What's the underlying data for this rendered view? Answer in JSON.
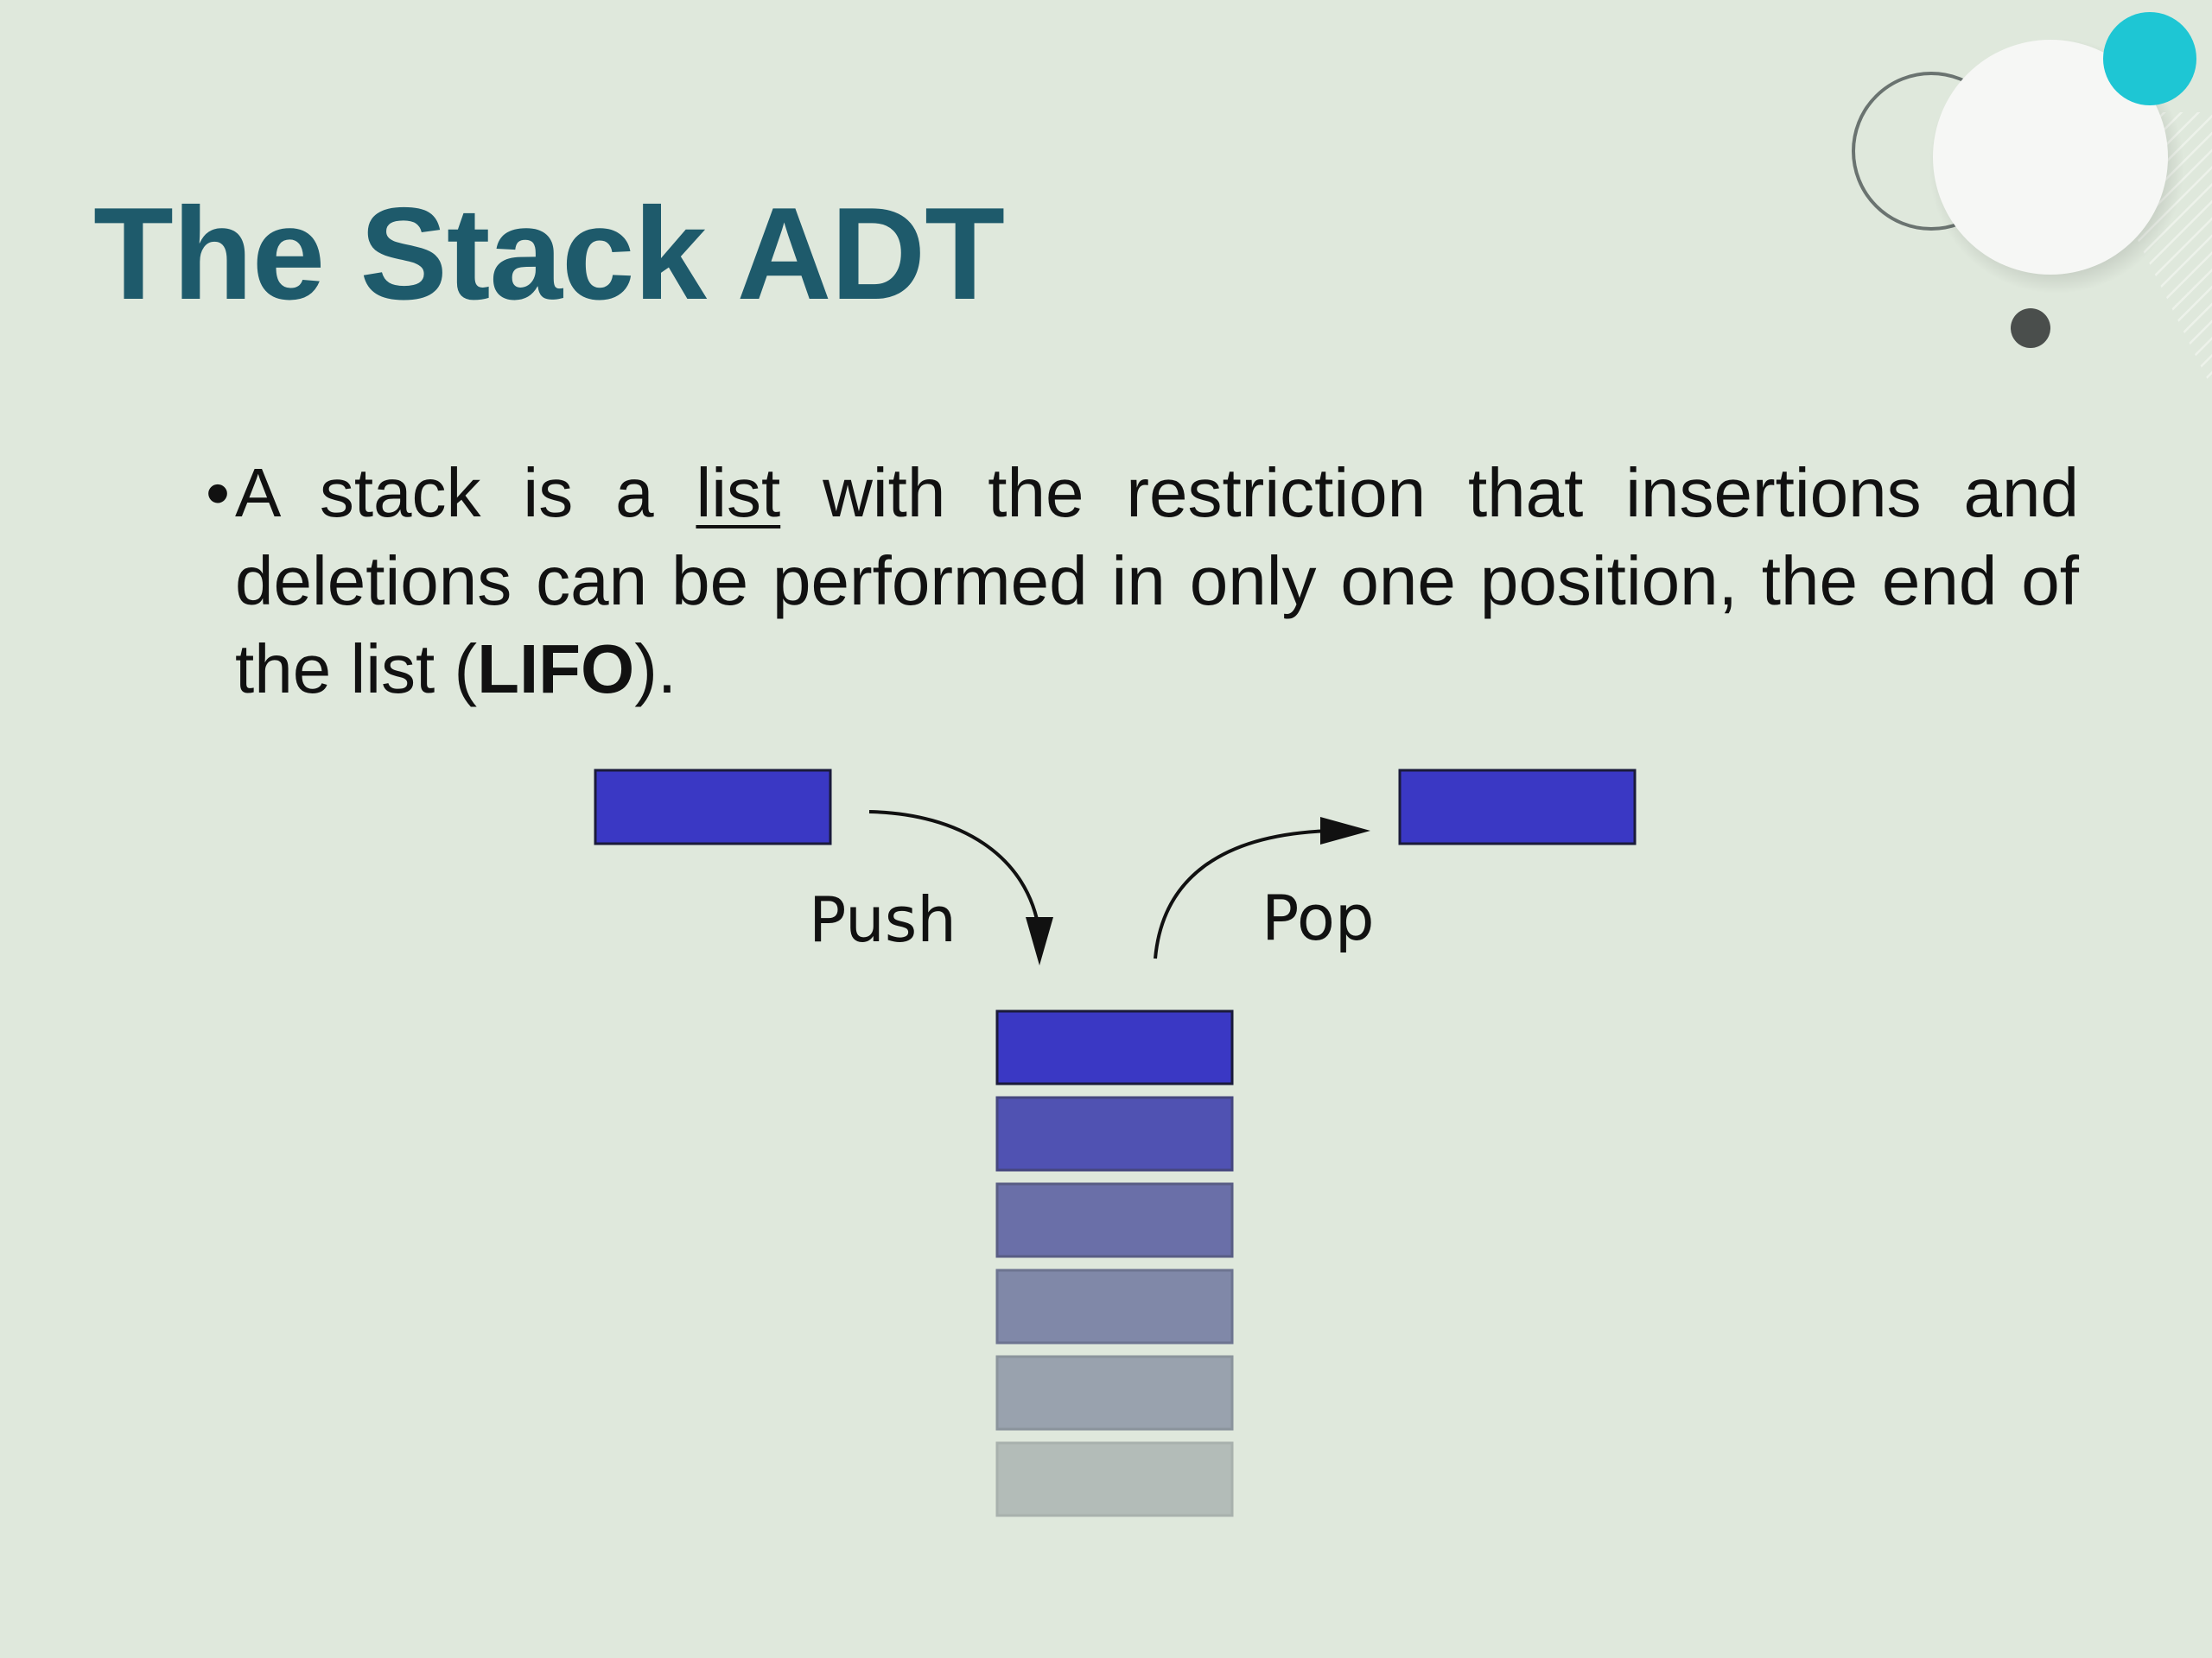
{
  "slide": {
    "title": "The Stack ADT",
    "bullet": {
      "marker": "•",
      "before": "A stack is a ",
      "underlined": "list",
      "middle": " with the restriction that insertions and deletions can be performed in only one position, the end of the list (",
      "bold": "LIFO",
      "after": ")."
    }
  },
  "diagram": {
    "push_label": "Push",
    "pop_label": "Pop",
    "block_color": "#3a38c4",
    "stack_colors": [
      "#3a38c4",
      "#5052b2",
      "#6a6fa8",
      "#8088a8",
      "#99a2ae",
      "#b3bcb8"
    ]
  },
  "decor": {
    "accent_teal": "#1ec6d4",
    "title_color": "#1e5a6b"
  }
}
